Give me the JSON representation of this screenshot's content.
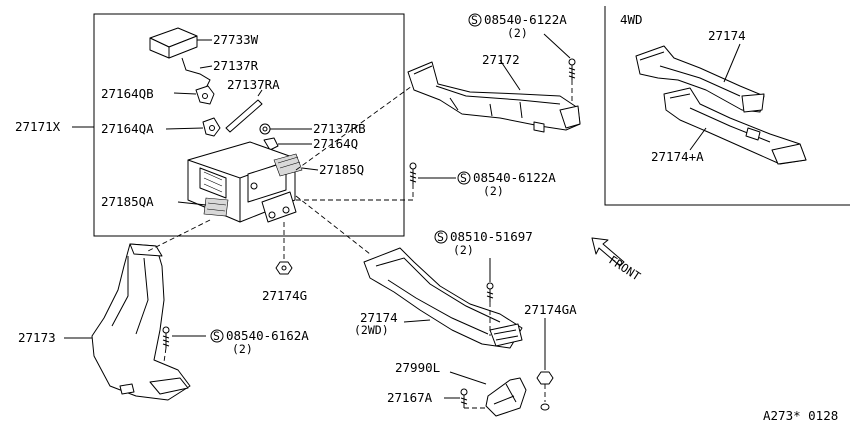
{
  "labels": {
    "p27733W": "27733W",
    "p27137R": "27137R",
    "p27137RA": "27137RA",
    "p27164QB": "27164QB",
    "p27171X": "27171X",
    "p27164QA": "27164QA",
    "p27137RB": "27137RB",
    "p27164Q": "27164Q",
    "p27185Q": "27185Q",
    "p27185QA": "27185QA",
    "p27174G": "27174G",
    "p27172": "27172",
    "p27173": "27173",
    "p27174_2wd": "27174",
    "p27174_2wd_note": "(2WD)",
    "p27174GA": "27174GA",
    "p27990L": "27990L",
    "p27167A": "27167A",
    "p27174_4wd": "27174",
    "p27174A": "27174+A",
    "inset_title": "4WD",
    "front": "FRONT",
    "catalog_code": "A273* 0128"
  },
  "bolts": {
    "b1": {
      "symbol": "S",
      "number": "08540-6122A",
      "qty": "(2)"
    },
    "b2": {
      "symbol": "S",
      "number": "08540-6122A",
      "qty": "(2)"
    },
    "b3": {
      "symbol": "S",
      "number": "08510-51697",
      "qty": "(2)"
    },
    "b4": {
      "symbol": "S",
      "number": "08540-6162A",
      "qty": "(2)"
    }
  }
}
